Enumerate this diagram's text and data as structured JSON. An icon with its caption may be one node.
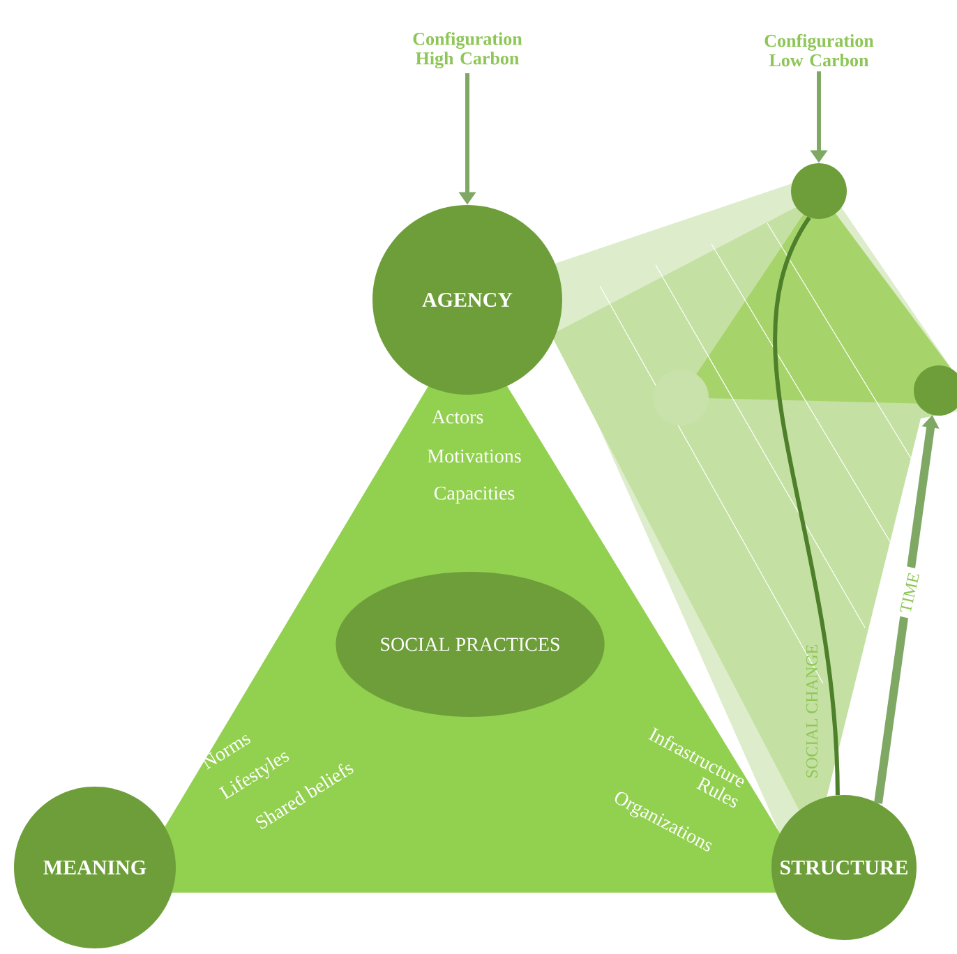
{
  "diagram": {
    "nodes": [
      {
        "text": [
          "Configuration High Carbon"
        ]
      },
      {
        "text": [
          "Configuration Low Carbon"
        ]
      },
      {
        "text": [
          "AGENCY"
        ],
        "beside": [
          "Actors",
          "Motivations",
          "Capacities"
        ]
      },
      {
        "text": [
          "SOCIAL PRACTICES"
        ]
      },
      {
        "text": [
          "MEANING"
        ],
        "beside": [
          "Norms",
          "Lifestyles",
          "Shared beliefs"
        ]
      },
      {
        "text": [
          "STRUCTURE"
        ],
        "beside": [
          "Infrastructure",
          "Rules",
          "Organizations"
        ]
      },
      {
        "text": [],
        "shape": "circle"
      },
      {
        "text": [],
        "shape": "circle"
      },
      {
        "text": [],
        "shape": "circle"
      }
    ],
    "edges": [
      {
        "from": 0,
        "to": 2,
        "arrow": "to"
      },
      {
        "from": 1,
        "to": 6,
        "arrow": "to"
      },
      {
        "from": 5,
        "to": 6,
        "arrow": "none",
        "label": "SOCIAL CHANGE",
        "color": "#4e7f2a"
      },
      {
        "from": 5,
        "to": 7,
        "arrow": "to",
        "label": "TIME",
        "style": "thick"
      }
    ]
  }
}
